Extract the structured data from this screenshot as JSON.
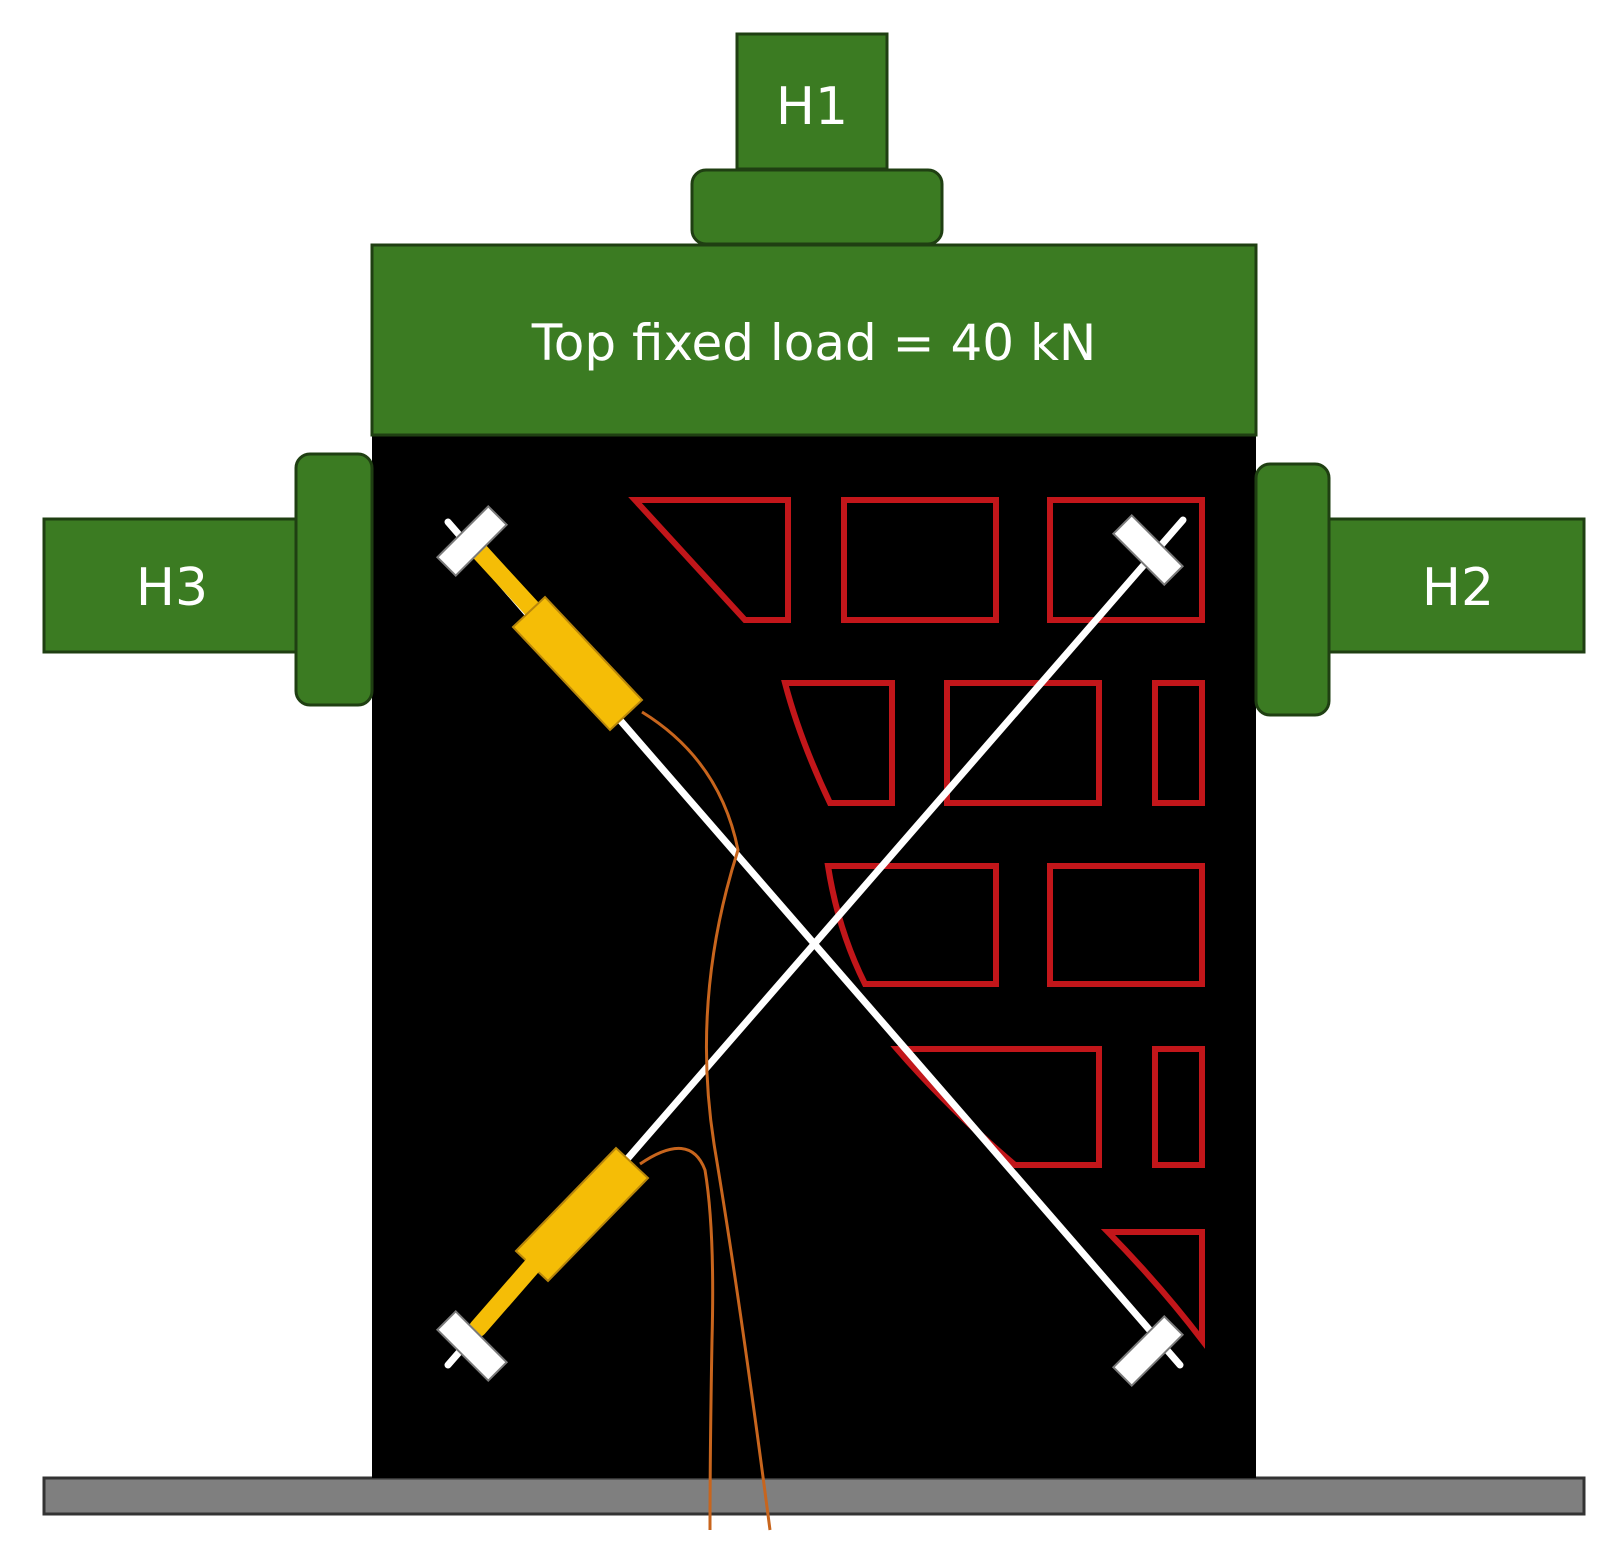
{
  "labels": {
    "h1": "H1",
    "h2": "H2",
    "h3": "H3",
    "top_load": "Top fixed load = 40 kN"
  },
  "colors": {
    "actuator_green": "#3b7b22",
    "specimen_black": "#000000",
    "opening_outline": "#c2161a",
    "lvdt_yellow": "#f5bd06",
    "base_gray": "#7f7f7f",
    "wire_orange": "#c8651d"
  }
}
